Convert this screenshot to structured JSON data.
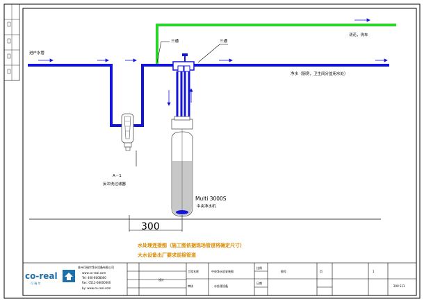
{
  "labels": {
    "inlet": "进户水管",
    "tee_left": "三通",
    "tee_right": "三通",
    "garden": "浇花，洗车",
    "pure_water": "净水（厨房，卫生间分盆用水处）",
    "prefilter_id": "A－1",
    "prefilter_name": "反冲洗过滤器",
    "softener_model": "Multi 3000S",
    "softener_name": "中央净水机",
    "dimension": "300"
  },
  "notes": [
    "水处理连接图（施工图依据现场管道将确定尺寸）",
    "大水设备出厂要求前接管道"
  ],
  "title_block": {
    "logo_text": "co-real",
    "logo_sub": "可 瑞 尔",
    "company_lines": [
      "苏州可瑞尔净水设备有限公司",
      "www.co-real.com",
      "Tel: 400-8008000",
      "Fax: 0512-68000000",
      "by: www.co-real.com"
    ],
    "drawing_name": "中央净水机安装图",
    "drawing_sub": "水处理设备",
    "fields": {
      "project": "工程名称",
      "designer": "设计",
      "checker": "审核",
      "scale": "比例",
      "date": "日期",
      "sheet_no": "图号",
      "page": "页",
      "version": "1",
      "ref": "200 S11"
    }
  },
  "colors": {
    "pipe": "#1414d8",
    "garden_pipe": "#2ad42a",
    "note": "#d98a00",
    "brand": "#1f6fa8"
  }
}
